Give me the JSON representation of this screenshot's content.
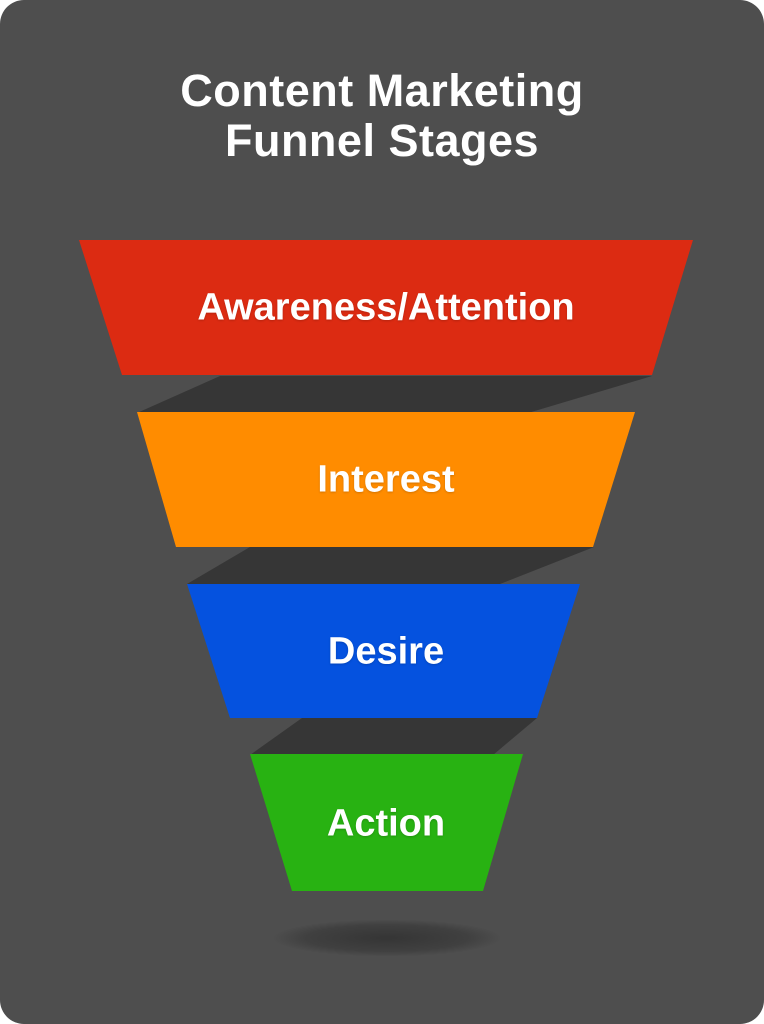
{
  "page": {
    "title": "Content Marketing Funnel Stages"
  },
  "colors": {
    "page_background": "#FFFFFF",
    "card_background": "#4E4E4E",
    "fold_shadow": "#363636",
    "floor_shadow": "#3A3A3A",
    "label_text": "#FFFFFF"
  },
  "funnel": {
    "stages": [
      {
        "label": "Awareness/Attention",
        "color": "#DC2B12"
      },
      {
        "label": "Interest",
        "color": "#FF8C00"
      },
      {
        "label": "Desire",
        "color": "#0552DF"
      },
      {
        "label": "Action",
        "color": "#28B212"
      }
    ]
  },
  "chart_data": {
    "type": "funnel",
    "title": "Content Marketing Funnel Stages",
    "categories": [
      "Awareness/Attention",
      "Interest",
      "Desire",
      "Action"
    ],
    "order": "widest (top) to narrowest (bottom)"
  }
}
